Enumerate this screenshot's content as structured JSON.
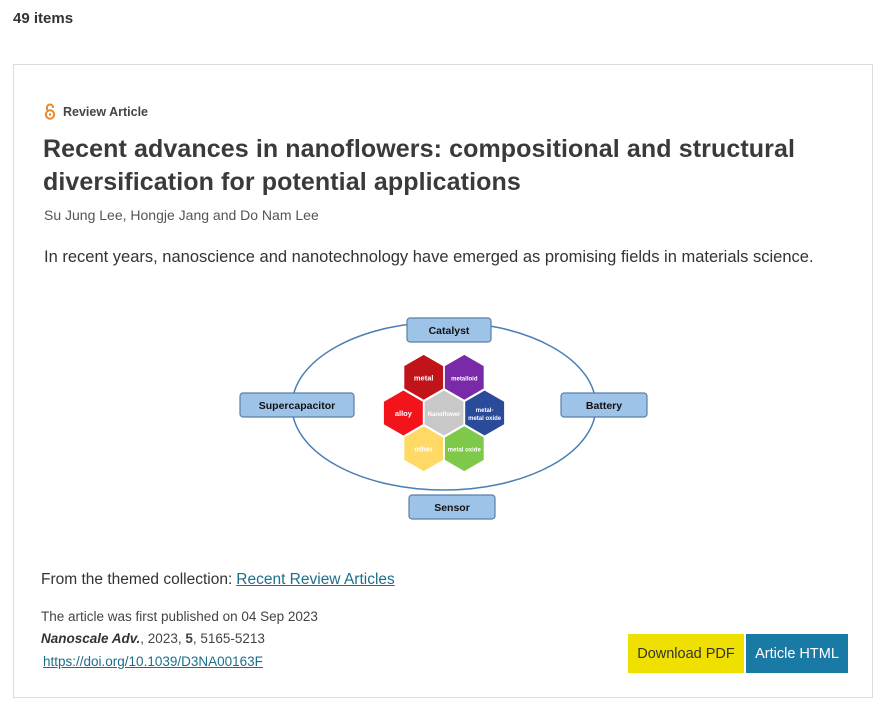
{
  "results": {
    "count_label": "49 items"
  },
  "article": {
    "type_label": "Review Article",
    "title": "Recent advances in nanoflowers: compositional and structural diversification for potential applications",
    "authors": "Su Jung Lee, Hongje Jang and Do Nam Lee",
    "abstract": "In recent years, nanoscience and nanotechnology have emerged as promising fields in materials science.",
    "graphic": {
      "center_label": "Nanoflower",
      "hexes": [
        {
          "label": "metal",
          "color": "#c0141a"
        },
        {
          "label": "metalloid",
          "color": "#7a2aa8"
        },
        {
          "label": "alloy",
          "color": "#f2141a"
        },
        {
          "label": "metal-metal oxide",
          "color": "#2a4a9a"
        },
        {
          "label": "other",
          "color": "#ffd966"
        },
        {
          "label": "metal oxide",
          "color": "#7ec84a"
        }
      ],
      "applications": {
        "top": "Catalyst",
        "right": "Battery",
        "bottom": "Sensor",
        "left": "Supercapacitor"
      }
    },
    "collection_prefix": "From the themed collection:",
    "collection_link": "Recent Review Articles",
    "published": "The article was first published on 04 Sep 2023",
    "journal": "Nanoscale Adv.",
    "citation_year": ", 2023, ",
    "volume": "5",
    "pages": ", 5165-5213",
    "doi": "https://doi.org/10.1039/D3NA00163F",
    "buttons": {
      "pdf": "Download PDF",
      "html": "Article HTML"
    },
    "colors": {
      "pdf_button": "#f0e000",
      "html_button": "#1a7aa6",
      "link": "#1c6e8c",
      "open_access_icon": "#e8892a"
    }
  }
}
